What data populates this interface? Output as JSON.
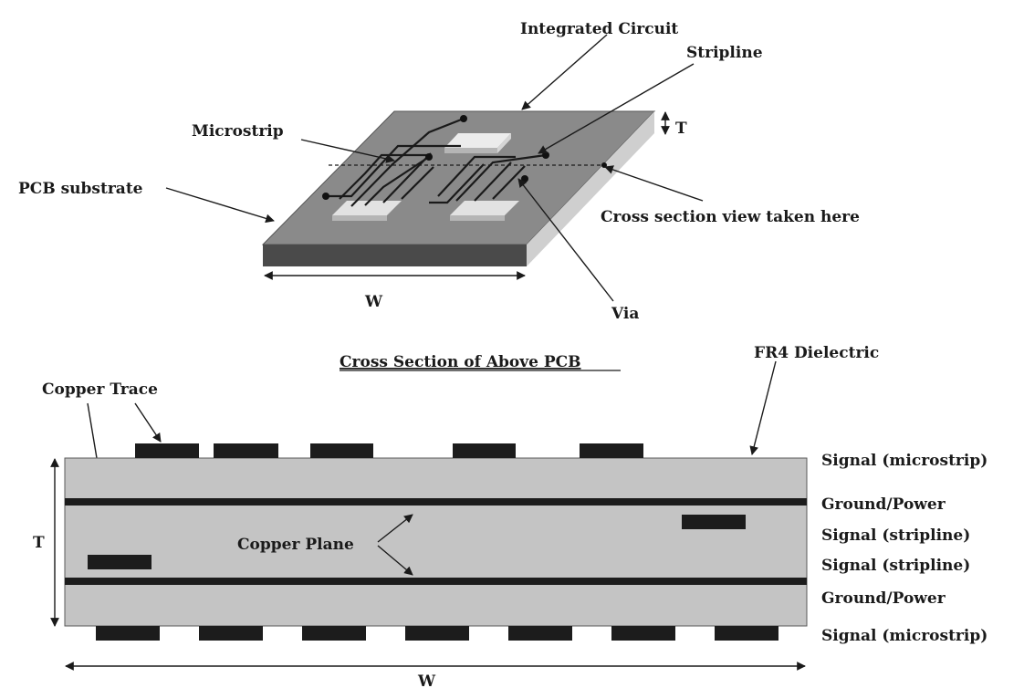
{
  "top_view": {
    "integrated_circuit_label": "Integrated Circuit",
    "stripline_label": "Stripline",
    "microstrip_label": "Microstrip",
    "thickness_label": "T",
    "pcb_substrate_label": "PCB substrate",
    "cross_section_label": "Cross section view taken here",
    "width_label": "W",
    "via_label": "Via"
  },
  "cross_section": {
    "title": "Cross Section of Above PCB",
    "dielectric_label": "FR4 Dielectric",
    "copper_trace_label": "Copper Trace",
    "copper_plane_label": "Copper Plane",
    "thickness_label": "T",
    "width_label": "W",
    "layers": [
      "Signal (microstrip)",
      "Ground/Power",
      "Signal (stripline)",
      "Signal (stripline)",
      "Ground/Power",
      "Signal (microstrip)"
    ]
  },
  "colors": {
    "board_top": "#8a8a8a",
    "board_front": "#4a4a4a",
    "board_side": "#cfcfcf",
    "dielectric": "#c4c4c4",
    "copper": "#1c1c1c",
    "pad": "#e2e2e2"
  }
}
